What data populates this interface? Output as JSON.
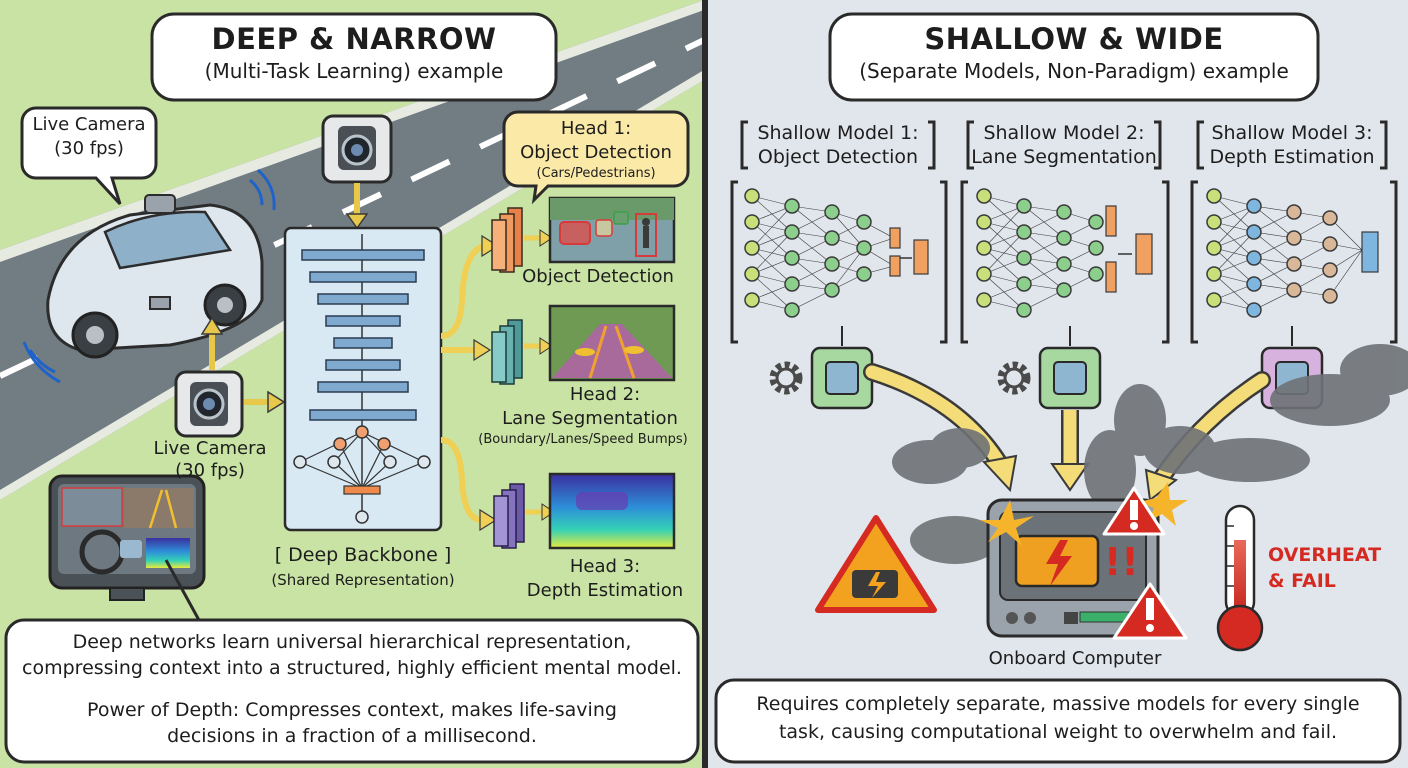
{
  "left": {
    "title": "DEEP & NARROW",
    "subtitle": "(Multi-Task Learning) example",
    "camera_bubble": [
      "Live Camera",
      "(30 fps)"
    ],
    "camera_label": [
      "Live Camera",
      "(30 fps)"
    ],
    "head1_bubble": [
      "Head 1:",
      "Object Detection",
      "(Cars/Pedestrians)"
    ],
    "object_detection_caption": "Object Detection",
    "head2_label": [
      "Head 2:",
      "Lane Segmentation",
      "(Boundary/Lanes/Speed Bumps)"
    ],
    "head3_label": [
      "Head 3:",
      "Depth Estimation"
    ],
    "backbone_label": [
      "[ Deep Backbone ]",
      "(Shared Representation)"
    ],
    "summary": [
      "Deep networks learn universal hierarchical representation,",
      "compressing context into a structured, highly efficient mental model.",
      "Power of Depth: Compresses context, makes life-saving",
      "decisions in a fraction of a millisecond."
    ]
  },
  "right": {
    "title": "SHALLOW & WIDE",
    "subtitle": "(Separate Models, Non-Paradigm) example",
    "models": [
      [
        "Shallow Model 1:",
        "Object Detection"
      ],
      [
        "Shallow Model 2:",
        "Lane Segmentation"
      ],
      [
        "Shallow Model 3:",
        "Depth Estimation"
      ]
    ],
    "alert_marks": "!!",
    "overheat": [
      "OVERHEAT",
      "& FAIL"
    ],
    "computer_label": "Onboard Computer",
    "summary": [
      "Requires completely separate, massive models for every single",
      "task, causing computational weight to overwhelm and fail."
    ]
  },
  "colors": {
    "left_bg": "#c9e3a4",
    "right_bg": "#e1e6ec",
    "road": "#707c82",
    "accent_yellow": "#f6d560",
    "alert_red": "#d42a22"
  }
}
